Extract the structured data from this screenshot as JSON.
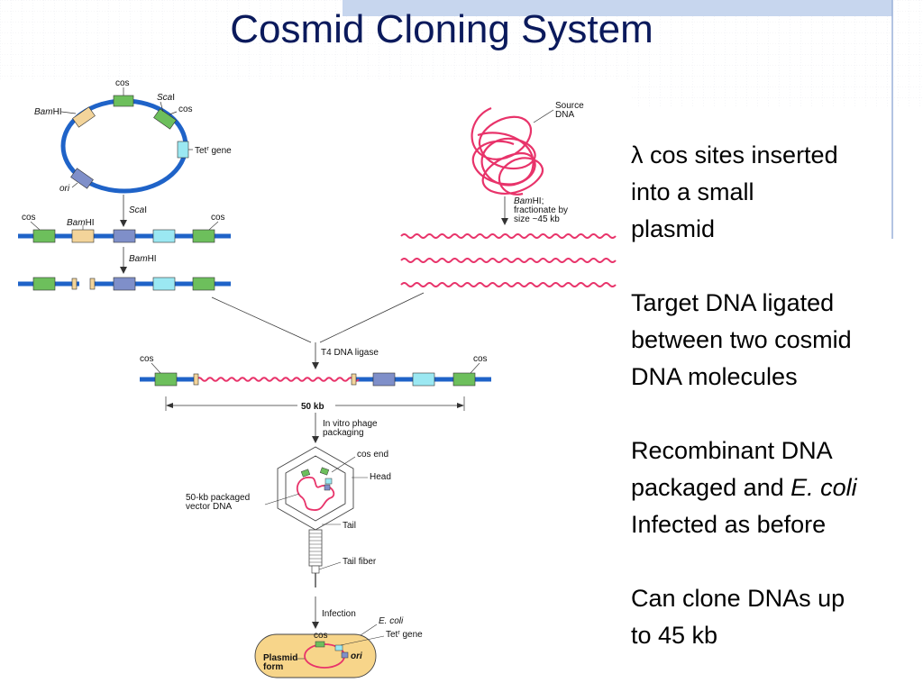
{
  "title": "Cosmid Cloning System",
  "colors": {
    "backbone": "#1f63c8",
    "cos": "#6dbf5c",
    "bamhi": "#f3d49a",
    "ori": "#7f8fc9",
    "tet": "#9be8f2",
    "source_dna": "#e8336a",
    "ecoli": "#f7d58a",
    "title": "#0b1a5c"
  },
  "diagram": {
    "plasmid": {
      "cos_top": "cos",
      "scai_prefix": "Sca",
      "scai_suffix": "I",
      "bamhi_prefix": "Bam",
      "bamhi_suffix": "HI",
      "cos_right": "cos",
      "tet_prefix": "Tet",
      "tet_sup": "r",
      "tet_suffix": " gene",
      "ori": "ori"
    },
    "step_scai": {
      "prefix": "Sca",
      "suffix": "I"
    },
    "linear1": {
      "cos_left": "cos",
      "bamhi_prefix": "Bam",
      "bamhi_suffix": "HI",
      "cos_right": "cos"
    },
    "step_bamhi": {
      "prefix": "Bam",
      "suffix": "HI"
    },
    "source": {
      "label_line1": "Source",
      "label_line2": "DNA",
      "step_line1_prefix": "Bam",
      "step_line1_suffix": "HI;",
      "step_line2": "fractionate by",
      "step_line3": "size ~45 kb"
    },
    "ligase": "T4 DNA ligase",
    "ligated": {
      "cos_left": "cos",
      "cos_right": "cos",
      "length": "50 kb"
    },
    "packaging": {
      "line1": "In vitro phage",
      "line2": "packaging"
    },
    "phage": {
      "cos_end": "cos end",
      "head": "Head",
      "vector_line1": "50-kb packaged",
      "vector_line2": "vector DNA",
      "tail": "Tail",
      "tail_fiber": "Tail fiber"
    },
    "infection": "Infection",
    "ecoli": {
      "name": "E. coli",
      "cos": "cos",
      "tet_prefix": "Tet",
      "tet_sup": "r",
      "tet_suffix": " gene",
      "plasmid_line1": "Plasmid",
      "plasmid_line2": "form",
      "ori": "ori"
    }
  },
  "bullets": [
    {
      "lines": [
        {
          "parts": [
            {
              "text": "λ"
            },
            {
              "text": " cos sites inserted"
            }
          ]
        },
        {
          "parts": [
            {
              "text": "into a small"
            }
          ]
        },
        {
          "parts": [
            {
              "text": "plasmid"
            }
          ]
        }
      ]
    },
    {
      "lines": [
        {
          "parts": [
            {
              "text": "Target DNA ligated"
            }
          ]
        },
        {
          "parts": [
            {
              "text": "between two cosmid"
            }
          ]
        },
        {
          "parts": [
            {
              "text": "DNA molecules"
            }
          ]
        }
      ]
    },
    {
      "lines": [
        {
          "parts": [
            {
              "text": "Recombinant DNA"
            }
          ]
        },
        {
          "parts": [
            {
              "text": "packaged and "
            },
            {
              "text": "E. coli",
              "italic": true
            }
          ]
        },
        {
          "parts": [
            {
              "text": "Infected as before"
            }
          ]
        }
      ]
    },
    {
      "lines": [
        {
          "parts": [
            {
              "text": "Can clone DNAs up"
            }
          ]
        },
        {
          "parts": [
            {
              "text": "to 45 kb"
            }
          ]
        }
      ]
    }
  ]
}
